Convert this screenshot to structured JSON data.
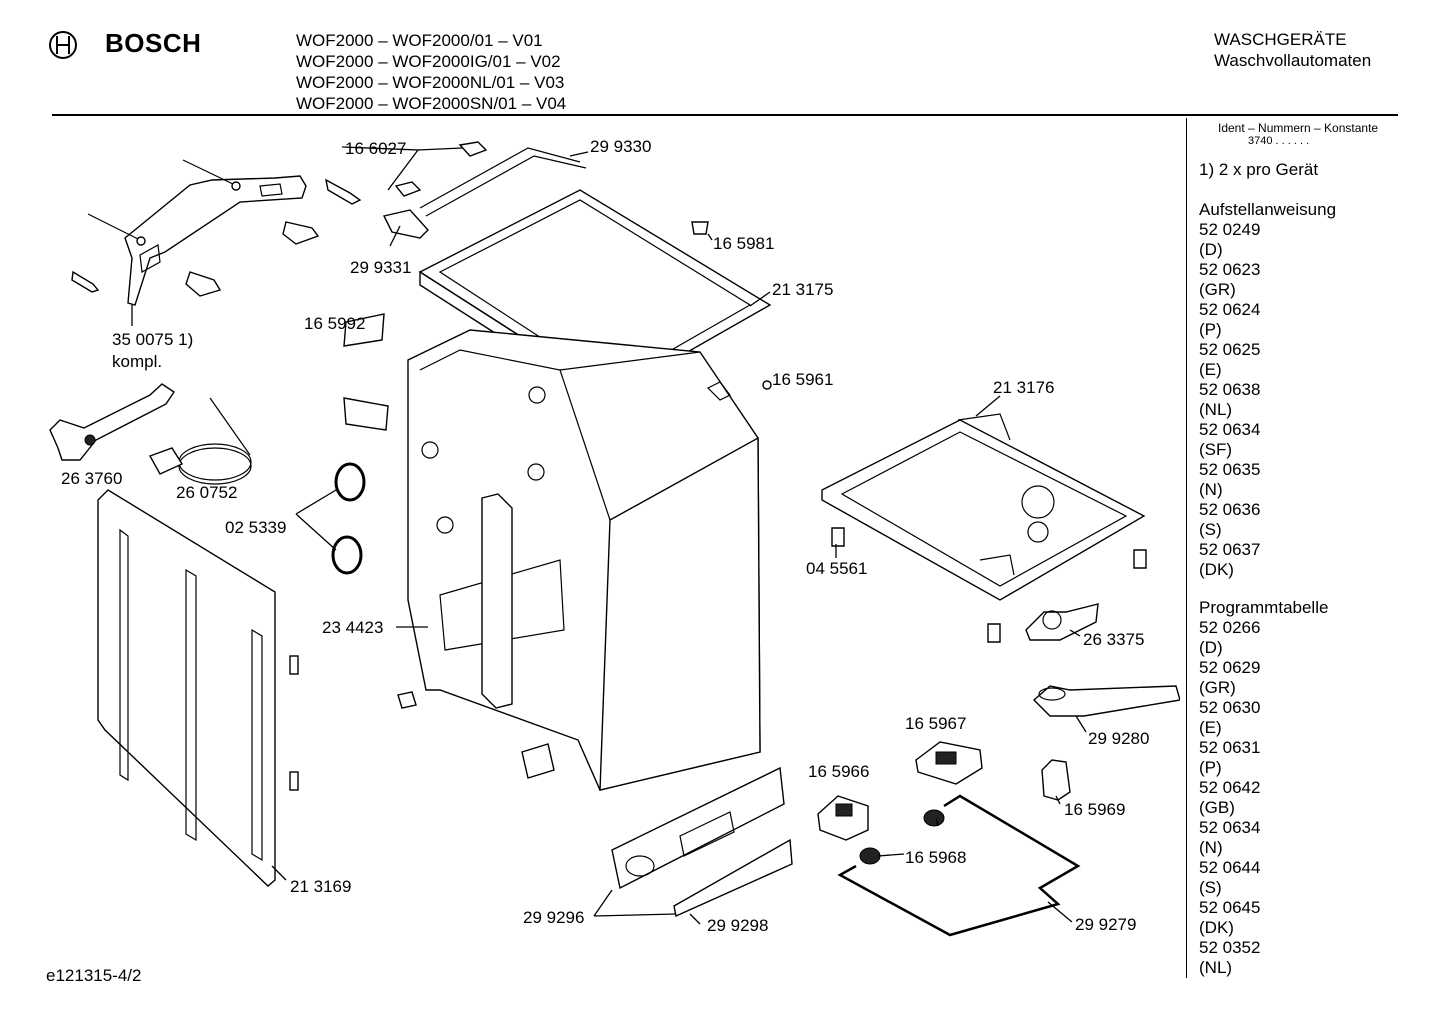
{
  "header": {
    "brand": "BOSCH",
    "models": [
      "WOF2000 – WOF2000/01 – V01",
      "WOF2000 – WOF2000IG/01 – V02",
      "WOF2000 – WOF2000NL/01 – V03",
      "WOF2000 – WOF2000SN/01 – V04"
    ],
    "category_line1": "WASCHGERÄTE",
    "category_line2": "Waschvollautomaten"
  },
  "sidebar": {
    "ident_title": "Ident – Nummern – Konstante",
    "ident_value": "3740  . .   . . . .",
    "note": "1) 2 x pro Gerät",
    "aufstellanweisung_title": "Aufstellanweisung",
    "aufstellanweisung": [
      {
        "number": "52 0249",
        "lang": "(D)"
      },
      {
        "number": "52 0623",
        "lang": "(GR)"
      },
      {
        "number": "52 0624",
        "lang": "(P)"
      },
      {
        "number": "52 0625",
        "lang": "(E)"
      },
      {
        "number": "52 0638",
        "lang": "(NL)"
      },
      {
        "number": "52 0634",
        "lang": "(SF)"
      },
      {
        "number": "52 0635",
        "lang": "(N)"
      },
      {
        "number": "52 0636",
        "lang": "(S)"
      },
      {
        "number": "52 0637",
        "lang": "(DK)"
      }
    ],
    "programmtabelle_title": "Programmtabelle",
    "programmtabelle": [
      {
        "number": "52 0266",
        "lang": "(D)"
      },
      {
        "number": "52 0629",
        "lang": "(GR)"
      },
      {
        "number": "52 0630",
        "lang": "(E)"
      },
      {
        "number": "52 0631",
        "lang": "(P)"
      },
      {
        "number": "52 0642",
        "lang": "(GB)"
      },
      {
        "number": "52 0634",
        "lang": "(N)"
      },
      {
        "number": "52 0644",
        "lang": "(S)"
      },
      {
        "number": "52 0645",
        "lang": "(DK)"
      },
      {
        "number": "52 0352",
        "lang": "(NL)"
      }
    ]
  },
  "parts": {
    "p166027": "16 6027",
    "p299330": "29 9330",
    "p299331": "29 9331",
    "p165981": "16 5981",
    "p213175": "21 3175",
    "p350075": "35 0075 1)",
    "kompl": "kompl.",
    "p165992": "16 5992",
    "p165961": "16 5961",
    "p213176": "21 3176",
    "p263760": "26 3760",
    "p260752": "26 0752",
    "p025339": "02 5339",
    "p045561": "04 5561",
    "p234423": "23 4423",
    "p263375": "26 3375",
    "p165967": "16 5967",
    "p299280": "29 9280",
    "p165966": "16 5966",
    "p165969": "16 5969",
    "p165968": "16 5968",
    "p213169": "21 3169",
    "p299296": "29 9296",
    "p299298": "29 9298",
    "p299279": "29 9279"
  },
  "footer": {
    "drawing_id": "e121315-4/2"
  }
}
